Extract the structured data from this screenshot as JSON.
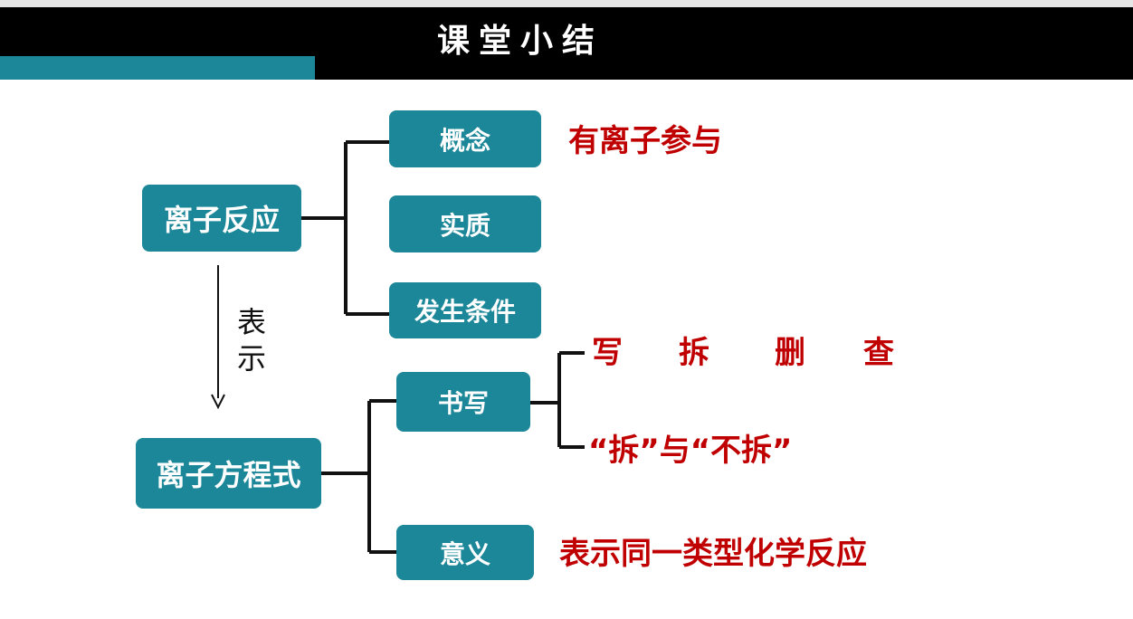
{
  "header": {
    "title": "课堂小结"
  },
  "nodes": {
    "ionic_reaction": "离子反应",
    "concept": "概念",
    "essence": "实质",
    "conditions": "发生条件",
    "ionic_equation": "离子方程式",
    "writing": "书写",
    "meaning": "意义"
  },
  "annotations": {
    "concept_note": "有离子参与",
    "writing_steps": [
      "写",
      "拆",
      "删",
      "查"
    ],
    "split_note": "“拆”与“不拆”",
    "meaning_note": "表示同一类型化学反应"
  },
  "arrow_label": [
    "表",
    "示"
  ],
  "colors": {
    "node_fill": "#1b8798",
    "header_bg": "#000000",
    "accent": "#1b8798",
    "note_text": "#c00000"
  }
}
